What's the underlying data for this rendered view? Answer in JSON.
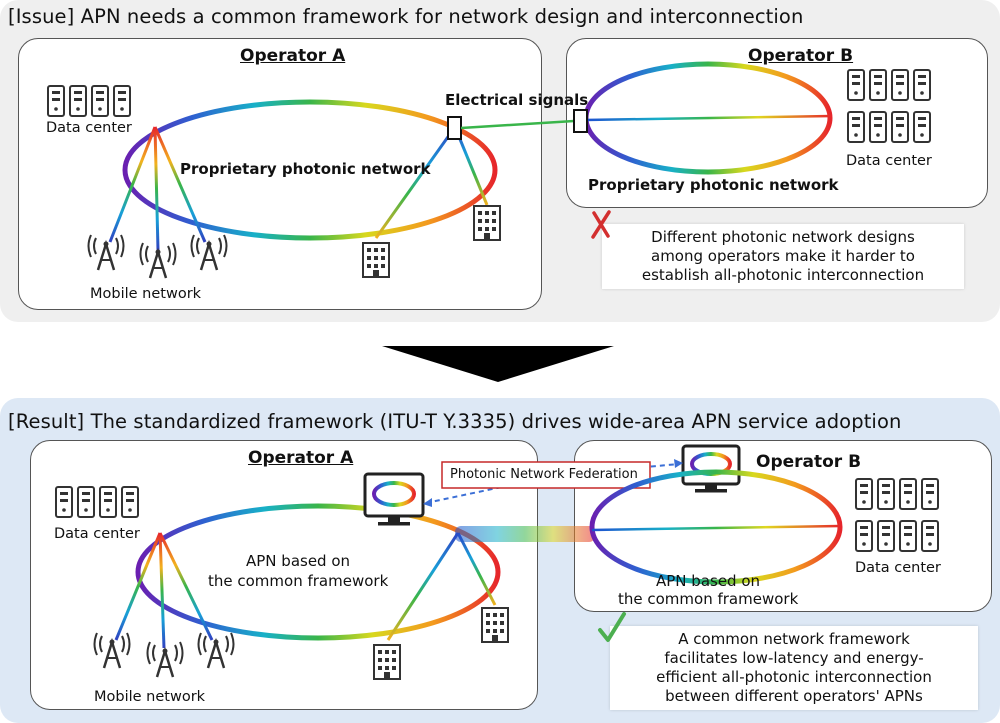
{
  "issue": {
    "heading": "[Issue] APN needs a common framework for network design and interconnection",
    "operator_a": {
      "title": "Operator A",
      "data_center": "Data center",
      "network": "Proprietary photonic network",
      "mobile": "Mobile network"
    },
    "operator_b": {
      "title": "Operator B",
      "data_center": "Data center",
      "network": "Proprietary photonic network"
    },
    "electrical_signals": "Electrical signals",
    "problem_lines": [
      "Different photonic network designs",
      "among operators make it harder to",
      "establish all-photonic interconnection"
    ],
    "problem_icon": "cross-mark-icon"
  },
  "result": {
    "heading": "[Result] The standardized framework (ITU-T Y.3335) drives wide-area APN service adoption",
    "federation": "Photonic Network Federation",
    "operator_a": {
      "title": "Operator A",
      "data_center": "Data center",
      "network_line1": "APN based on",
      "network_line2": "the common framework",
      "mobile": "Mobile network"
    },
    "operator_b": {
      "title": "Operator B",
      "data_center": "Data center",
      "network_line1": "APN based on",
      "network_line2": "the common framework"
    },
    "benefit_lines": [
      "A common network framework",
      "facilitates low-latency and energy-",
      "efficient all-photonic interconnection",
      "between different operators' APNs"
    ],
    "benefit_icon": "check-mark-icon"
  },
  "colors": {
    "issue_bg": "#efefef",
    "result_bg": "#dde8f5",
    "cross": "#d32f2f",
    "check": "#4caf50",
    "federation_border": "#c62828",
    "dashed_arrow": "#3b6fd6"
  }
}
